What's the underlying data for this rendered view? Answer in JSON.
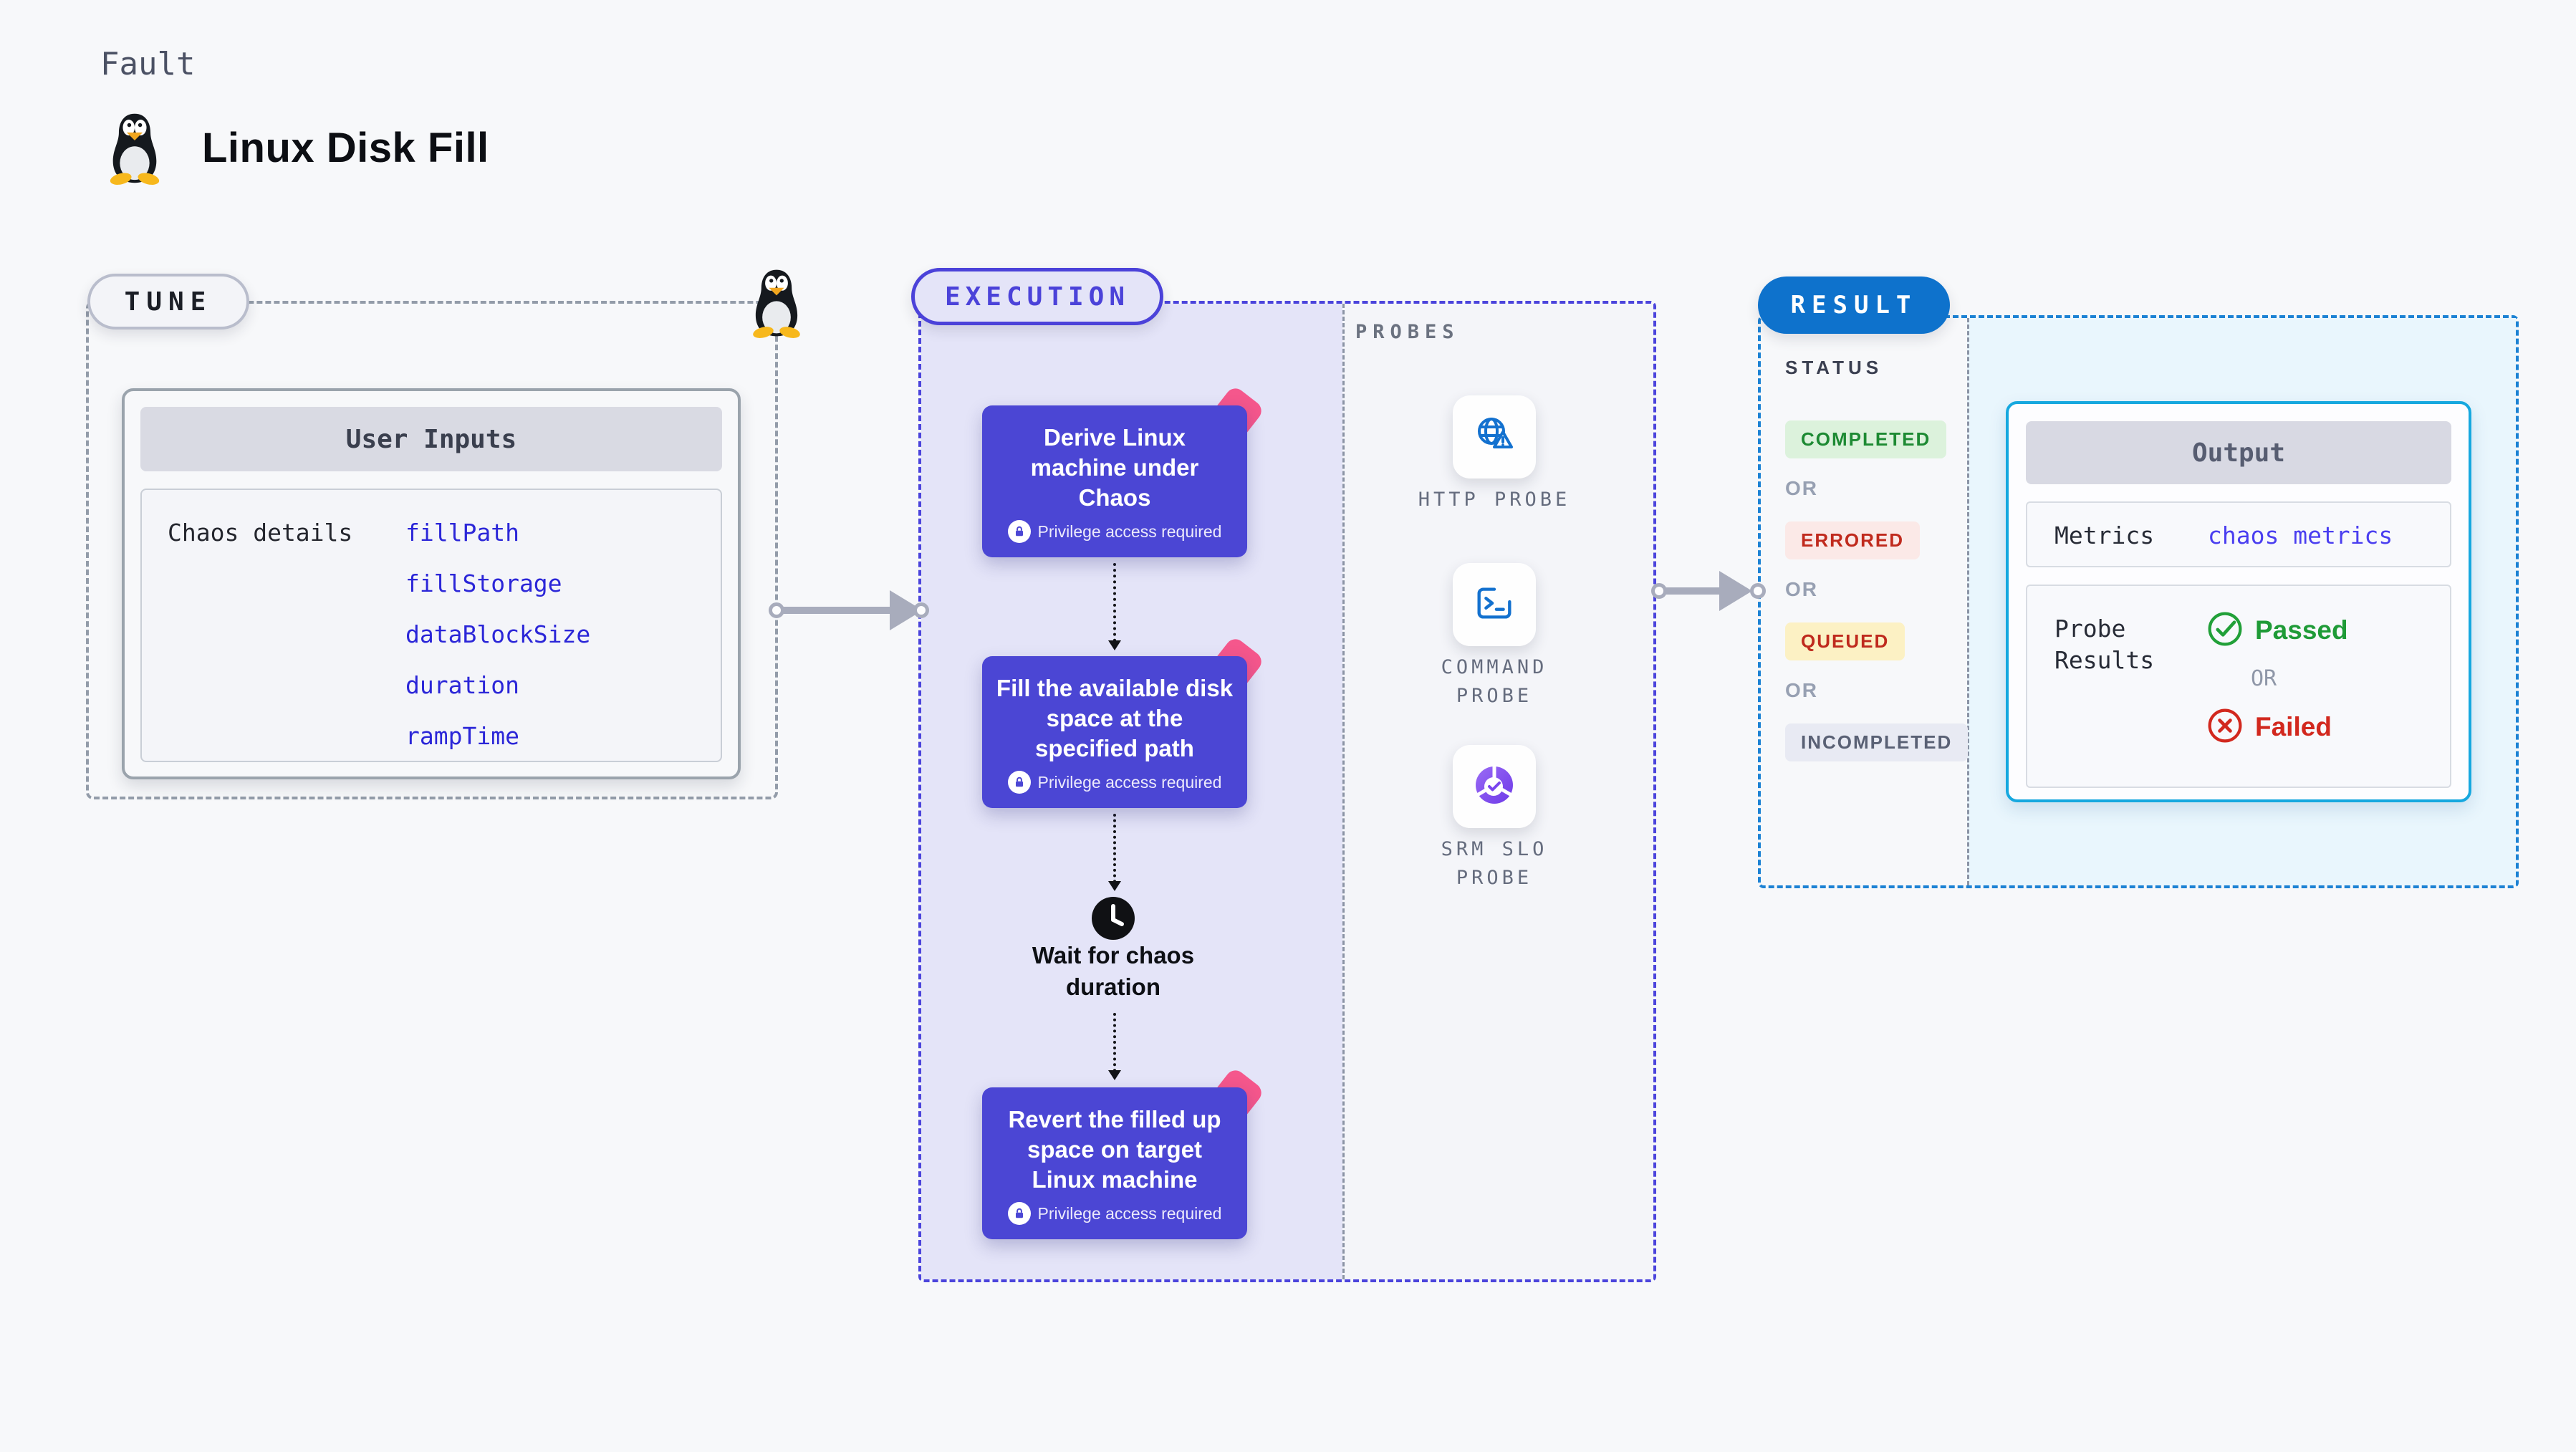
{
  "page": {
    "eyebrow": "Fault",
    "title": "Linux Disk Fill"
  },
  "tune": {
    "label": "TUNE",
    "card_header": "User Inputs",
    "row_label": "Chaos details",
    "inputs": [
      "fillPath",
      "fillStorage",
      "dataBlockSize",
      "duration",
      "rampTime"
    ]
  },
  "execution": {
    "label": "EXECUTION",
    "wait_label": "Wait for chaos duration",
    "steps": [
      {
        "title": "Derive Linux machine under Chaos",
        "badge": "Privilege access required"
      },
      {
        "title": "Fill the available disk space at the specified path",
        "badge": "Privilege access required"
      },
      {
        "title": "Revert the filled up space on target Linux machine",
        "badge": "Privilege access required"
      }
    ]
  },
  "probes": {
    "label": "PROBES",
    "items": [
      {
        "name": "HTTP PROBE",
        "icon": "globe-alert-icon"
      },
      {
        "name": "COMMAND PROBE",
        "icon": "terminal-icon"
      },
      {
        "name": "SRM SLO PROBE",
        "icon": "slo-pie-icon"
      }
    ]
  },
  "result": {
    "label": "RESULT",
    "status_heading": "STATUS",
    "or_label": "OR",
    "statuses": [
      {
        "label": "COMPLETED",
        "bg": "#dcf2dc",
        "color": "#1d8a33"
      },
      {
        "label": "ERRORED",
        "bg": "#fbe9e7",
        "color": "#c02a1d"
      },
      {
        "label": "QUEUED",
        "bg": "#fcf1c4",
        "color": "#bf2a1d"
      },
      {
        "label": "INCOMPLETED",
        "bg": "#e8eaf3",
        "color": "#596074"
      }
    ],
    "output": {
      "header": "Output",
      "metrics_label": "Metrics",
      "metrics_link": "chaos metrics",
      "probe_results_label": "Probe Results",
      "passed_label": "Passed",
      "or_label": "OR",
      "failed_label": "Failed"
    }
  },
  "colors": {
    "page_bg": "#f7f8fa",
    "indigo": "#4b42d9",
    "card_purple": "#4b46d4",
    "lavender": "#e4e4f8",
    "pink": "#f5578c",
    "result_blue": "#0e72cc",
    "cyan_border": "#16a8df",
    "cyan_bg": "#e9f6fd",
    "link_blue": "#2b26d8",
    "metrics_link_blue": "#4a3ef0",
    "green": "#21a038",
    "red": "#d2281e",
    "dash_gray": "#939ca9",
    "arrow_gray": "#a8acbc"
  }
}
